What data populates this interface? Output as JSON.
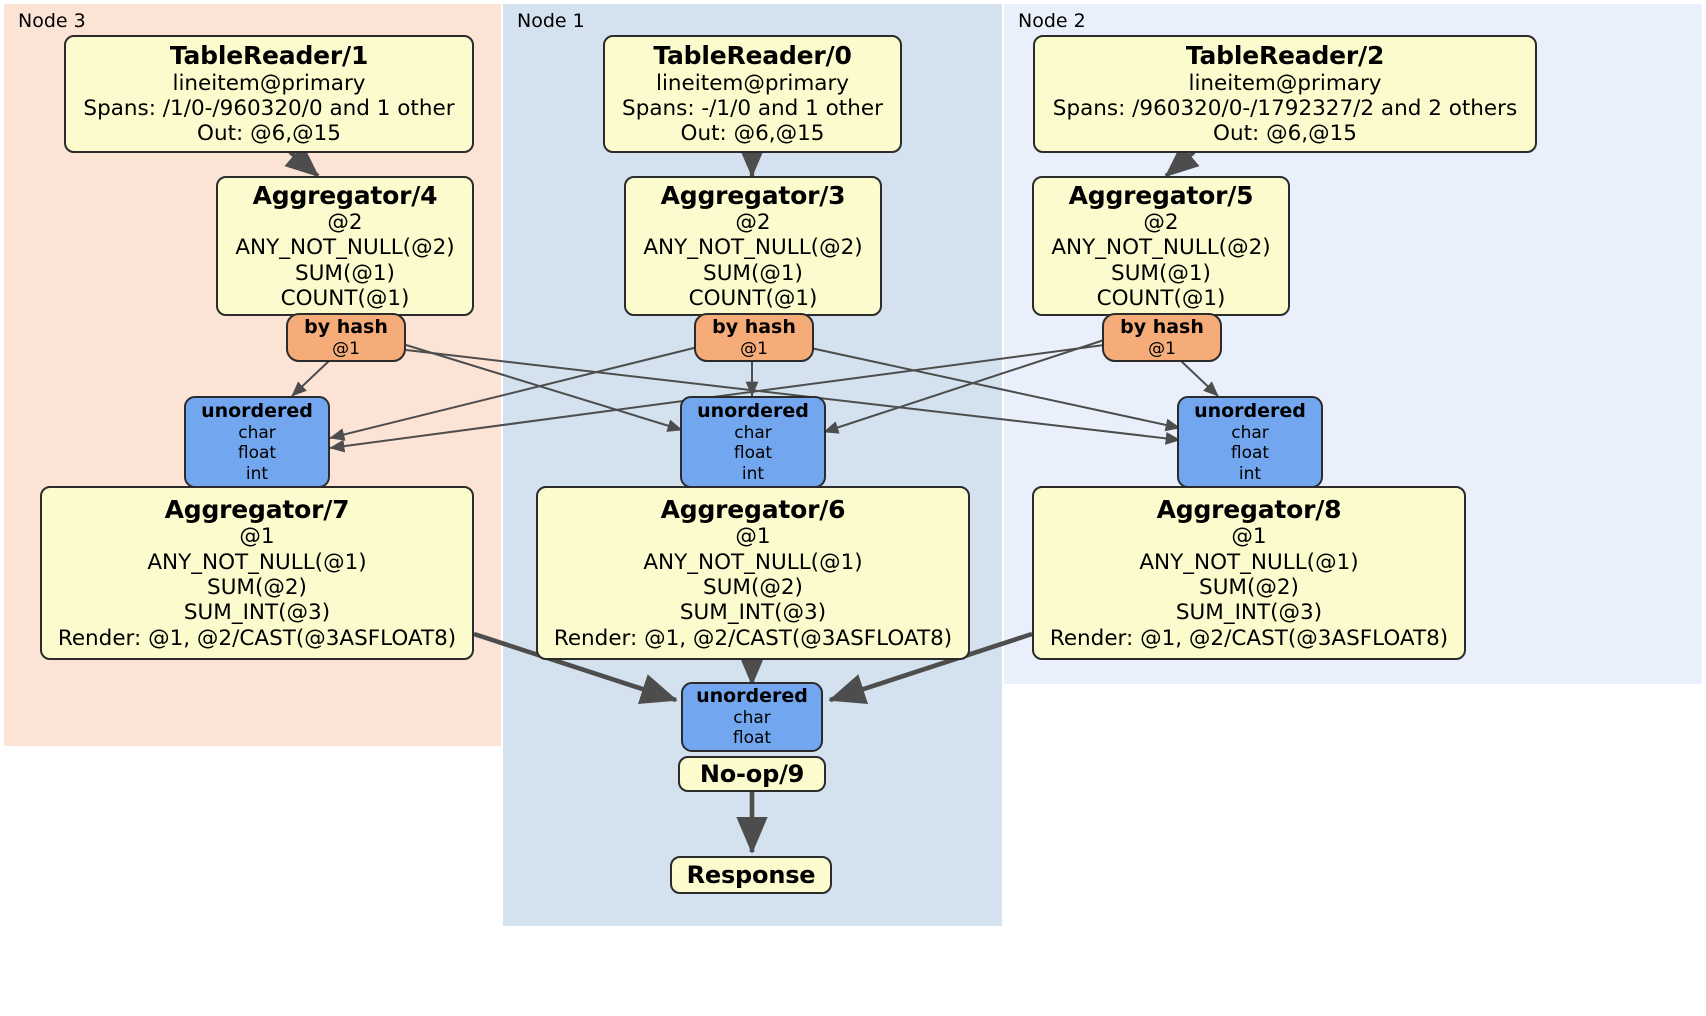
{
  "diagram": {
    "type": "distributed-query-execution-plan",
    "colors": {
      "node3_panel": "#fbe3d6",
      "node1_panel": "#d3e2ee",
      "node2_panel": "#eaf0fb",
      "processor_box": "#fbfbcd",
      "router_box": "#f6ac79",
      "sync_box": "#72a6ee",
      "edge": "#4d4d4d",
      "border": "#2b2b2b"
    }
  },
  "panels": [
    {
      "id": "node3",
      "label": "Node 3"
    },
    {
      "id": "node1",
      "label": "Node 1"
    },
    {
      "id": "node2",
      "label": "Node 2"
    }
  ],
  "nodes": {
    "table_reader_1": {
      "title": "TableReader/1",
      "lines": [
        "lineitem@primary",
        "Spans: /1/0-/960320/0 and 1 other",
        "Out: @6,@15"
      ]
    },
    "table_reader_0": {
      "title": "TableReader/0",
      "lines": [
        "lineitem@primary",
        "Spans: -/1/0 and 1 other",
        "Out: @6,@15"
      ]
    },
    "table_reader_2": {
      "title": "TableReader/2",
      "lines": [
        "lineitem@primary",
        "Spans: /960320/0-/1792327/2 and 2 others",
        "Out: @6,@15"
      ]
    },
    "aggregator_4": {
      "title": "Aggregator/4",
      "lines": [
        "@2",
        "ANY_NOT_NULL(@2)",
        "SUM(@1)",
        "COUNT(@1)"
      ]
    },
    "aggregator_3": {
      "title": "Aggregator/3",
      "lines": [
        "@2",
        "ANY_NOT_NULL(@2)",
        "SUM(@1)",
        "COUNT(@1)"
      ]
    },
    "aggregator_5": {
      "title": "Aggregator/5",
      "lines": [
        "@2",
        "ANY_NOT_NULL(@2)",
        "SUM(@1)",
        "COUNT(@1)"
      ]
    },
    "by_hash_left": {
      "title": "by hash",
      "lines": [
        "@1"
      ]
    },
    "by_hash_mid": {
      "title": "by hash",
      "lines": [
        "@1"
      ]
    },
    "by_hash_right": {
      "title": "by hash",
      "lines": [
        "@1"
      ]
    },
    "unordered_left": {
      "title": "unordered",
      "lines": [
        "char",
        "float",
        "int"
      ]
    },
    "unordered_mid": {
      "title": "unordered",
      "lines": [
        "char",
        "float",
        "int"
      ]
    },
    "unordered_right": {
      "title": "unordered",
      "lines": [
        "char",
        "float",
        "int"
      ]
    },
    "aggregator_7": {
      "title": "Aggregator/7",
      "lines": [
        "@1",
        "ANY_NOT_NULL(@1)",
        "SUM(@2)",
        "SUM_INT(@3)",
        "Render: @1, @2/CAST(@3ASFLOAT8)"
      ]
    },
    "aggregator_6": {
      "title": "Aggregator/6",
      "lines": [
        "@1",
        "ANY_NOT_NULL(@1)",
        "SUM(@2)",
        "SUM_INT(@3)",
        "Render: @1, @2/CAST(@3ASFLOAT8)"
      ]
    },
    "aggregator_8": {
      "title": "Aggregator/8",
      "lines": [
        "@1",
        "ANY_NOT_NULL(@1)",
        "SUM(@2)",
        "SUM_INT(@3)",
        "Render: @1, @2/CAST(@3ASFLOAT8)"
      ]
    },
    "unordered_final": {
      "title": "unordered",
      "lines": [
        "char",
        "float"
      ]
    },
    "noop_9": {
      "title": "No-op/9",
      "lines": []
    },
    "response": {
      "title": "Response",
      "lines": []
    }
  }
}
